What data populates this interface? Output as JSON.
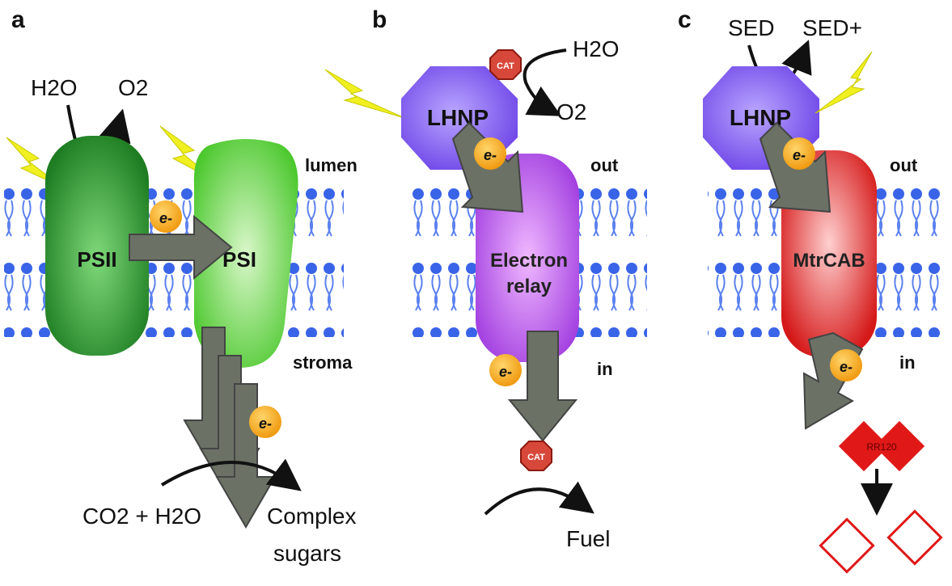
{
  "panels": {
    "a": {
      "letter": "a",
      "water": "H2O",
      "oxygen": "O2",
      "lumen": "lumen",
      "stroma": "stroma",
      "psii": "PSII",
      "psi": "PSI",
      "electron": "e-",
      "reactants": "CO2 + H2O",
      "product_line1": "Complex",
      "product_line2": "sugars"
    },
    "b": {
      "letter": "b",
      "lhnp": "LHNP",
      "cat": "CAT",
      "water": "H2O",
      "oxygen": "O2",
      "out": "out",
      "in": "in",
      "relay_line1": "Electron",
      "relay_line2": "relay",
      "electron": "e-",
      "fuel": "Fuel"
    },
    "c": {
      "letter": "c",
      "sed": "SED",
      "sed_plus": "SED+",
      "lhnp": "LHNP",
      "out": "out",
      "in": "in",
      "mtrcab": "MtrCAB",
      "electron": "e-",
      "dye": "RR120"
    }
  },
  "colors": {
    "membrane": "#3a64e8",
    "psii": "#2f9a2f",
    "psi": "#5ccf3c",
    "lhnp": "#8a5af0",
    "relay": "#b04be8",
    "mtrcab": "#dd2020",
    "electron": "#f5a81c",
    "arrow": "#6b7265",
    "bolt": "#f0f020",
    "dye": "#e01818"
  }
}
